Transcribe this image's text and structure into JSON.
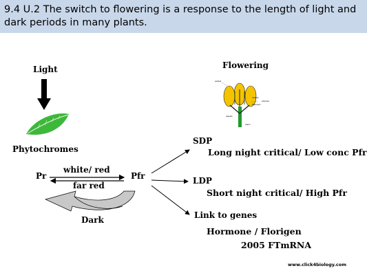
{
  "slide": {
    "title_line1": "9.4 U.2 The switch to flowering is a response to the length of light and",
    "title_line2": "dark periods in many plants.",
    "footer_url": "www.click4biology.com"
  },
  "diagram": {
    "light_label": "Light",
    "phytochromes_label": "Phytochromes",
    "pr_label": "Pr",
    "pfr_label": "Pfr",
    "white_red_label": "white/ red",
    "far_red_label": "far red",
    "dark_label": "Dark",
    "flowering_label": "Flowering",
    "sdp_label": "SDP",
    "sdp_desc": "Long night critical/ Low conc Pfr",
    "ldp_label": "LDP",
    "ldp_desc": "Short night critical/ High Pfr",
    "genes_label": "Link to genes",
    "hormone_label": "Hormone / Florigen",
    "ftmrna_label": "2005 FTmRNA",
    "flower_parts": [
      "petals",
      "anther",
      "stamen",
      "filament",
      "sepals",
      "stem"
    ]
  },
  "colors": {
    "title_bar": "#c9d7ea",
    "leaf": "#3db83a",
    "petal": "#f5c400",
    "stem": "#1f9a2d",
    "cycle_arrow_fill": "#c8c8c8"
  }
}
